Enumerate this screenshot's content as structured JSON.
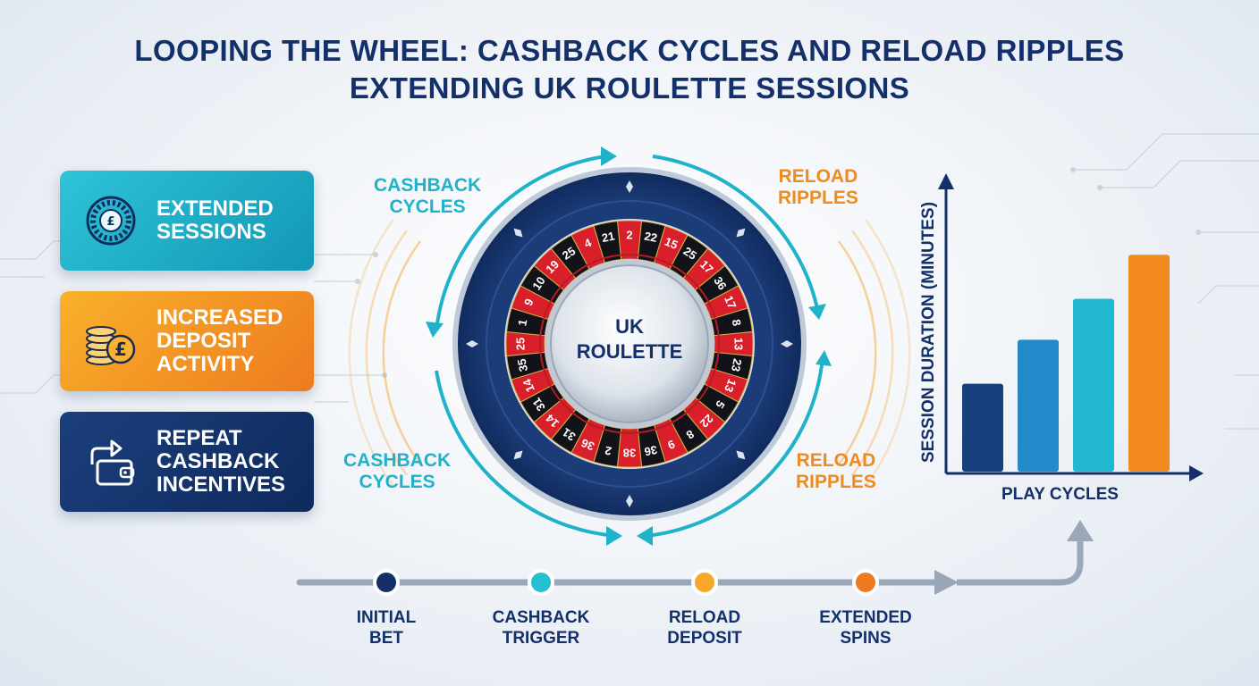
{
  "title": {
    "line1": "LOOPING THE WHEEL: CASHBACK CYCLES AND RELOAD RIPPLES",
    "line2": "EXTENDING UK ROULETTE SESSIONS"
  },
  "cards": [
    {
      "line1": "EXTENDED",
      "line2": "SESSIONS",
      "line3": "",
      "icon": "roulette-wheel-icon",
      "color": "#22b2cc"
    },
    {
      "line1": "INCREASED",
      "line2": "DEPOSIT",
      "line3": "ACTIVITY",
      "icon": "coin-stack-pound-icon",
      "color": "#f39a24"
    },
    {
      "line1": "REPEAT",
      "line2": "CASHBACK",
      "line3": "INCENTIVES",
      "icon": "wallet-return-icon",
      "color": "#163672"
    }
  ],
  "cycle_labels": {
    "cashback_top": {
      "line1": "CASHBACK",
      "line2": "CYCLES"
    },
    "cashback_bottom": {
      "line1": "CASHBACK",
      "line2": "CYCLES"
    },
    "reload_top": {
      "line1": "RELOAD",
      "line2": "RIPPLES"
    },
    "reload_bottom": {
      "line1": "RELOAD",
      "line2": "RIPPLES"
    }
  },
  "wheel": {
    "line1": "UK",
    "line2": "ROULETTE",
    "numbers": [
      "2",
      "22",
      "15",
      "25",
      "17",
      "36",
      "17",
      "8",
      "13",
      "23",
      "13",
      "5",
      "22",
      "8",
      "9",
      "36",
      "38",
      "2",
      "36",
      "31",
      "14",
      "31",
      "14",
      "35",
      "25",
      "1",
      "9",
      "10",
      "19",
      "25",
      "4",
      "21"
    ]
  },
  "chart_data": {
    "type": "bar",
    "xlabel": "PLAY CYCLES",
    "ylabel": "SESSION DURATION (MINUTES)",
    "categories": [
      "",
      "",
      "",
      ""
    ],
    "values": [
      30,
      45,
      59,
      74
    ],
    "ylim": [
      0,
      100
    ],
    "colors": [
      "#17407e",
      "#2389c9",
      "#22b8d2",
      "#f38a1e"
    ]
  },
  "timeline": {
    "steps": [
      {
        "line1": "INITIAL",
        "line2": "BET",
        "color": "#13306b"
      },
      {
        "line1": "CASHBACK",
        "line2": "TRIGGER",
        "color": "#27bfd2"
      },
      {
        "line1": "RELOAD",
        "line2": "DEPOSIT",
        "color": "#f7a72a"
      },
      {
        "line1": "EXTENDED",
        "line2": "SPINS",
        "color": "#ee7a1f"
      }
    ]
  },
  "colors": {
    "navy": "#13306b",
    "teal": "#1fb2c8",
    "orange": "#ee8a1f"
  }
}
